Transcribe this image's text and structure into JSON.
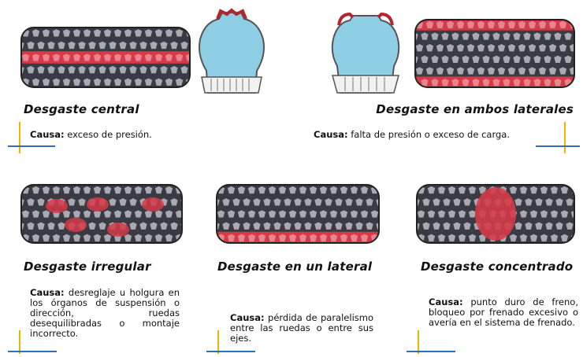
{
  "colors": {
    "tread_dark": "#3a3a42",
    "tread_block": "#a9a9b3",
    "wear_red": "#d63a48",
    "tire_fill": "#8fcfe6",
    "accent_yellow": "#f0b400",
    "accent_blue": "#2e6fb7"
  },
  "cause_label": "Causa:",
  "panels": [
    {
      "id": "central",
      "title": "Desgaste central",
      "cause": "exceso de presión."
    },
    {
      "id": "ambos",
      "title": "Desgaste en ambos laterales",
      "cause": "falta de presión o exceso de carga."
    },
    {
      "id": "irregular",
      "title": "Desgaste irregular",
      "cause": "desreglaje u holgura en los órganos de suspensión o dirección, ruedas desequilibradas o montaje incorrecto."
    },
    {
      "id": "lateral",
      "title": "Desgaste en un lateral",
      "cause": "pérdida de paralelismo entre las ruedas o entre sus ejes."
    },
    {
      "id": "concentrado",
      "title": "Desgaste concentrado",
      "cause": "punto duro de freno, bloqueo por frenado excesivo o avería en el sistema de frenado."
    }
  ]
}
